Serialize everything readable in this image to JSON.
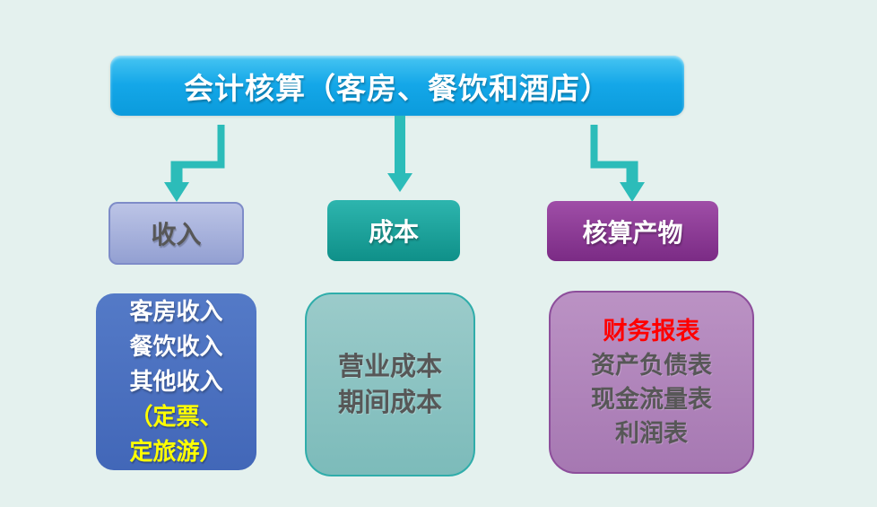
{
  "theme": {
    "bg": "#e4f1ee",
    "title-top": "#47c5f2",
    "title-mid": "#14a7e8",
    "title-bottom": "#0b9bdc",
    "arrow": "#2cbcb9",
    "inc-top": "#bcc4e6",
    "inc-bottom": "#93a0d2",
    "inc-border": "#7e8cc8",
    "cost-top": "#2db5ae",
    "cost-bottom": "#0f9089",
    "prod-top": "#9f4ea7",
    "prod-bottom": "#7b2b85",
    "inc2-top": "#547ac7",
    "inc2-bottom": "#4267b8",
    "cost2-top": "#9bcbca",
    "cost2-bottom": "#7cbbba",
    "cost2-border": "#2fadaa",
    "prod2-top": "#bb92c4",
    "prod2-bottom": "#a678b2",
    "prod2-border": "#8d4e9b",
    "text-dark": "#575757",
    "yellow": "#ffff00",
    "red": "#ff0000"
  },
  "title": {
    "text": "会计核算（客房、餐饮和酒店）"
  },
  "branches": {
    "revenue": {
      "header": "收入",
      "lines": [
        "客房收入",
        "餐饮收入",
        "其他收入",
        "（定票、",
        "定旅游）"
      ]
    },
    "cost": {
      "header": "成本",
      "lines": [
        "营业成本",
        "期间成本"
      ]
    },
    "output": {
      "header": "核算产物",
      "lines": [
        "财务报表",
        "资产负债表",
        "现金流量表",
        "利润表"
      ]
    }
  }
}
